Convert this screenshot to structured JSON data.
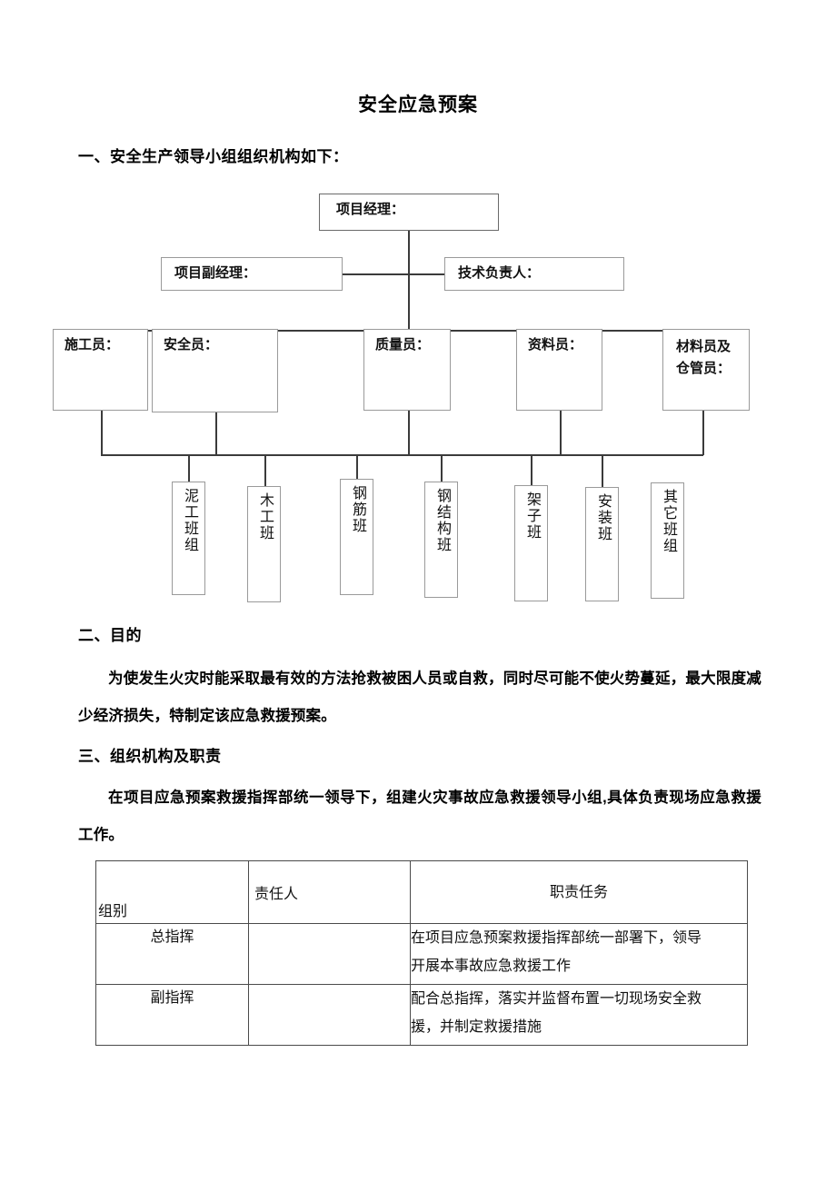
{
  "document": {
    "title": "安全应急预案"
  },
  "sections": [
    {
      "id": "s1",
      "heading": "一、安全生产领导小组组织机构如下："
    },
    {
      "id": "s2",
      "heading": "二、目的",
      "body": "为使发生火灾时能采取最有效的方法抢救被困人员或自救，同时尽可能不使火势蔓延，最大限度减少经济损失，特制定该应急救援预案。"
    },
    {
      "id": "s3",
      "heading": "三、组织机构及职责",
      "body": "在项目应急预案救援指挥部统一领导下，组建火灾事故应急救援领导小组,具体负责现场应急救援工作。"
    }
  ],
  "org_chart": {
    "top": {
      "label": "项目经理："
    },
    "level2": [
      {
        "label": "项目副经理："
      },
      {
        "label": "技术负责人："
      }
    ],
    "level3": [
      {
        "label": "施工员："
      },
      {
        "label": "安全员："
      },
      {
        "label": "质量员："
      },
      {
        "label": "资料员："
      },
      {
        "label": "材料员及\n仓管员："
      }
    ],
    "level4": [
      {
        "label": "泥工班组"
      },
      {
        "label": "木工班"
      },
      {
        "label": "钢筋班"
      },
      {
        "label": "钢结构班"
      },
      {
        "label": "架子班"
      },
      {
        "label": "安装班"
      },
      {
        "label": "其它班组"
      }
    ]
  },
  "duty_table": {
    "headers": {
      "group": "组别",
      "person": "责任人",
      "duty": "职责任务"
    },
    "rows": [
      {
        "group": "总指挥",
        "person": "",
        "duty_line1": "在项目应急预案救援指挥部统一部署下，领导",
        "duty_line2": "开展本事故应急救援工作"
      },
      {
        "group": "副指挥",
        "person": "",
        "duty_line1": "配合总指挥，落实并监督布置一切现场安全救",
        "duty_line2": "援，并制定救援措施"
      }
    ]
  },
  "colors": {
    "text": "#000000",
    "box_border": "#9a9a9a",
    "line": "#3b3b3b",
    "table_border": "#4a4a4a"
  }
}
